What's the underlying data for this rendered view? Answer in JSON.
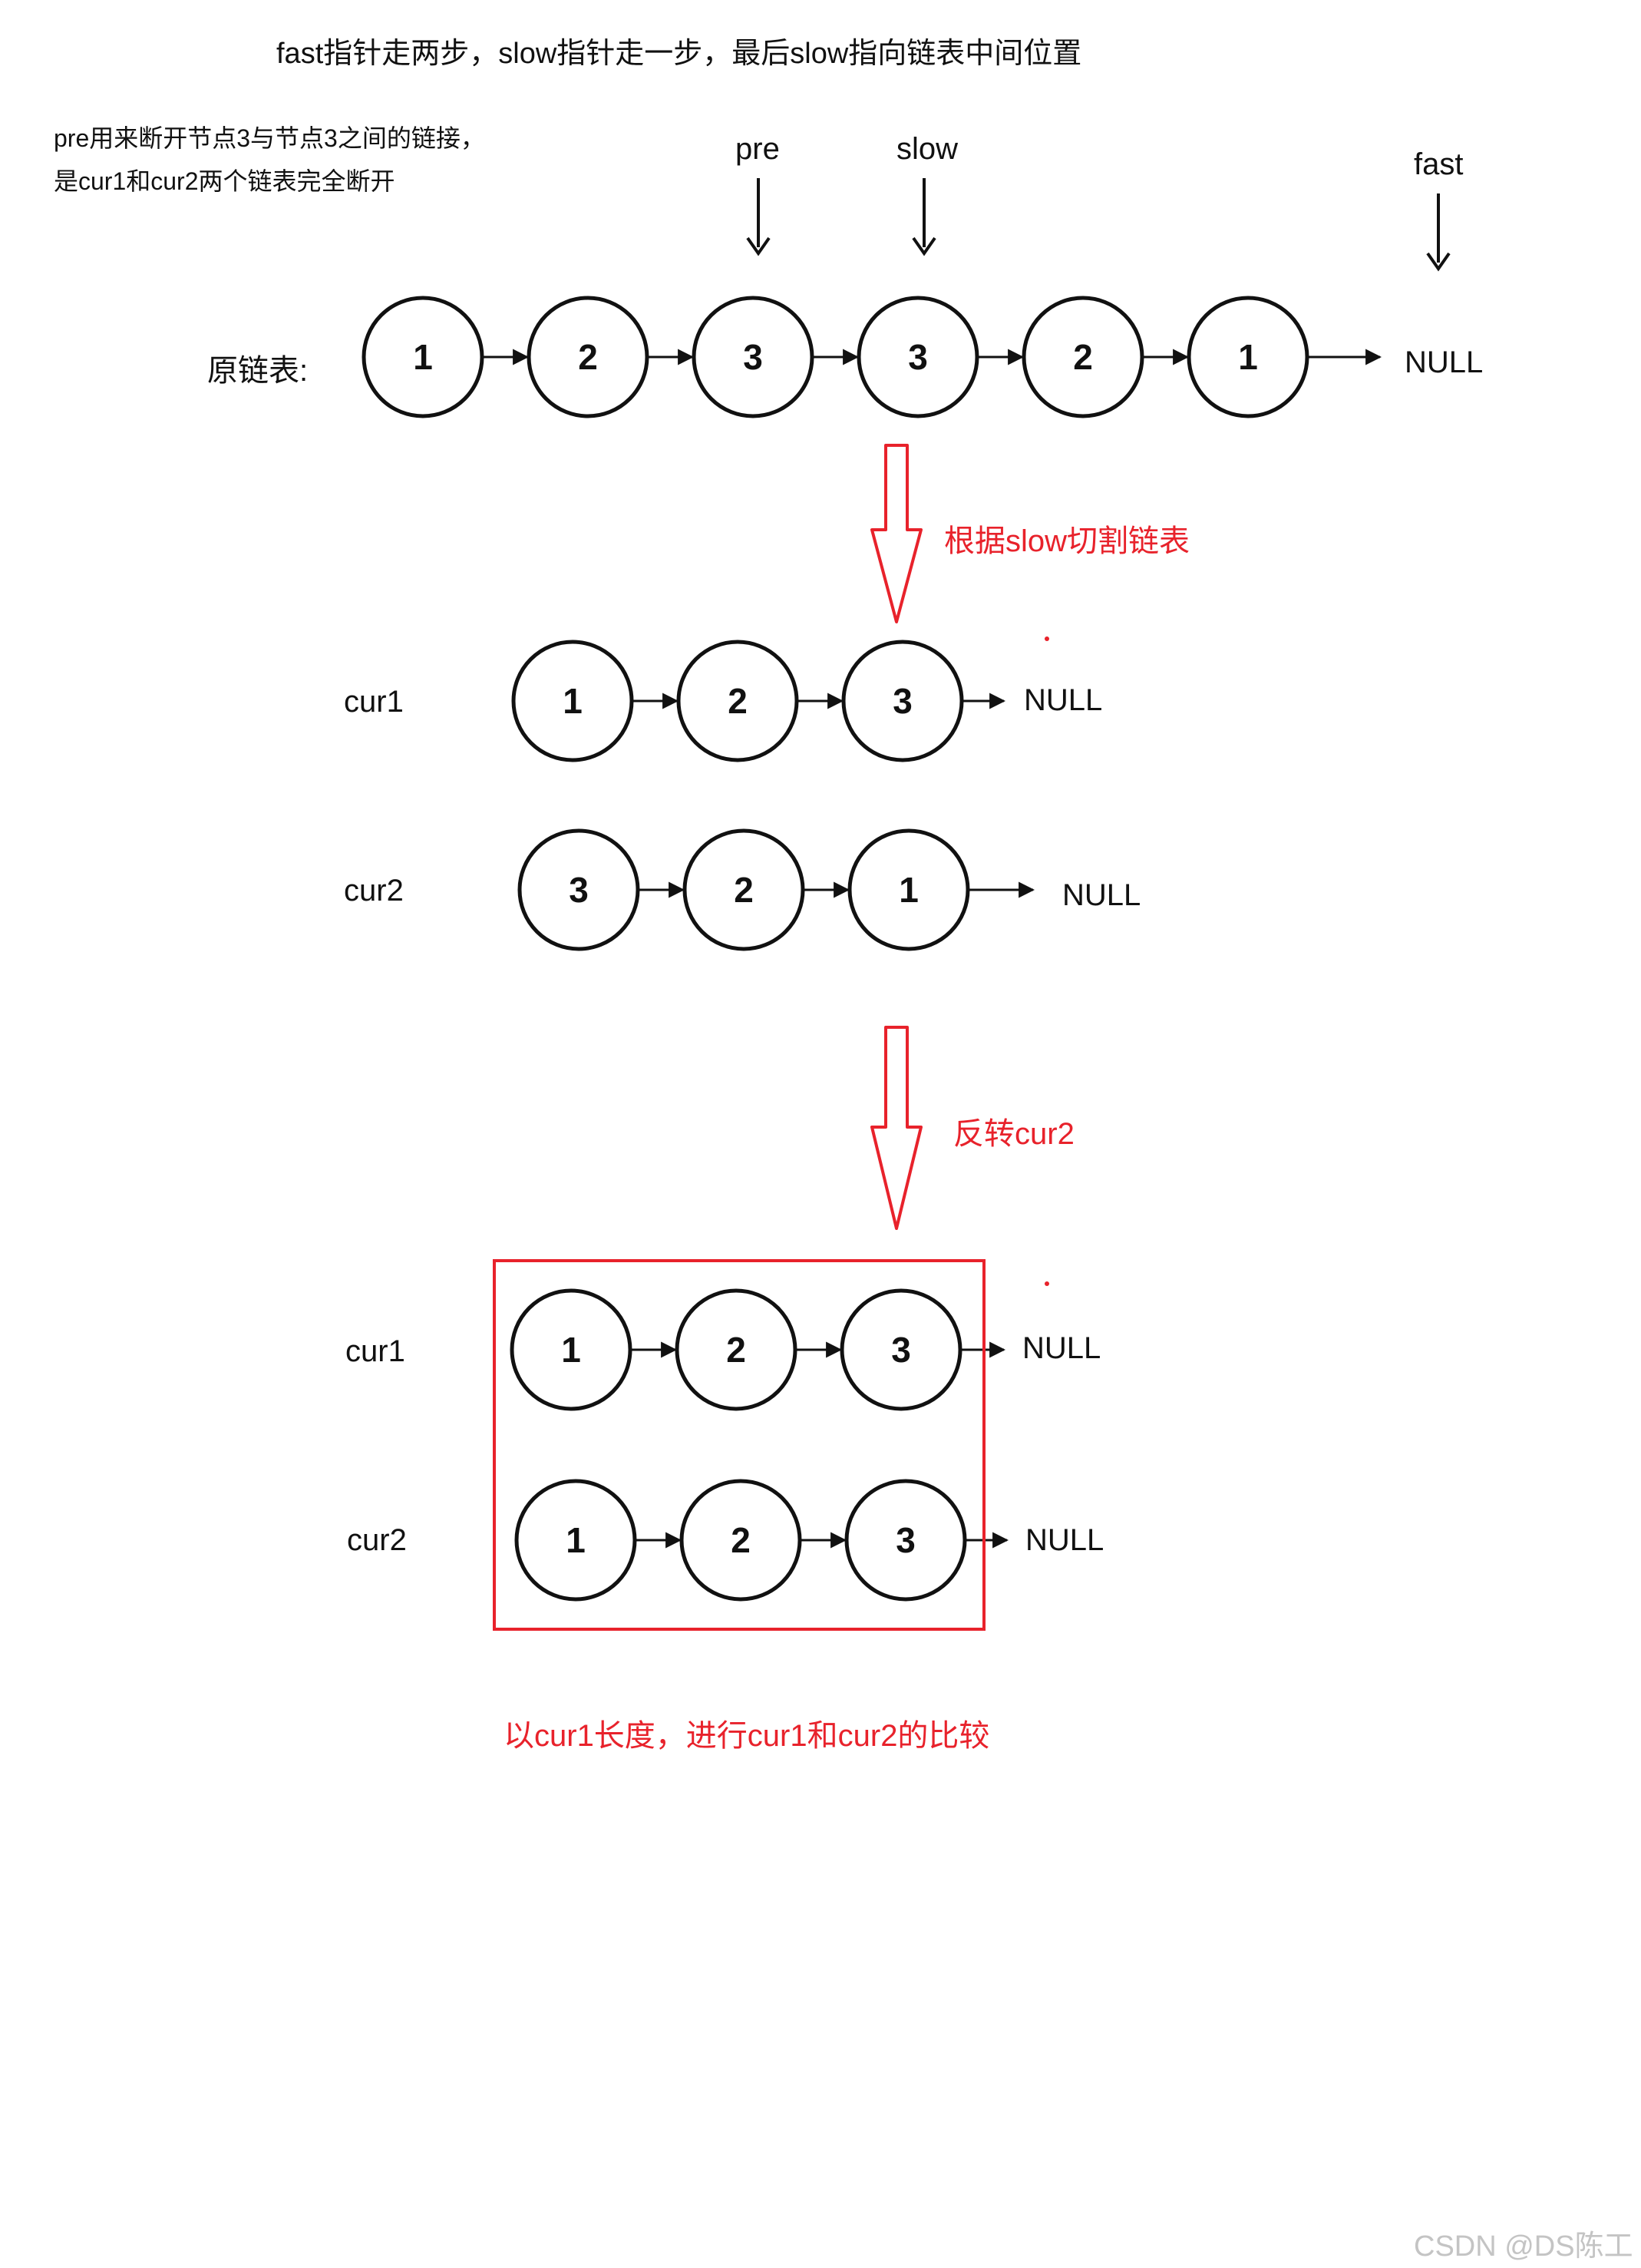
{
  "title": "fast指针走两步，slow指针走一步，最后slow指向链表中间位置",
  "note": {
    "line1": "pre用来断开节点3与节点3之间的链接，",
    "line2": "是cur1和cur2两个链表完全断开"
  },
  "pointers": {
    "pre": "pre",
    "slow": "slow",
    "fast": "fast"
  },
  "original": {
    "label": "原链表:",
    "nodes": [
      "1",
      "2",
      "3",
      "3",
      "2",
      "1"
    ],
    "null": "NULL"
  },
  "split": {
    "caption": "根据slow切割链表",
    "cur1": {
      "label": "cur1",
      "nodes": [
        "1",
        "2",
        "3"
      ],
      "null": "NULL"
    },
    "cur2": {
      "label": "cur2",
      "nodes": [
        "3",
        "2",
        "1"
      ],
      "null": "NULL"
    }
  },
  "reversed": {
    "caption": "反转cur2",
    "cur1": {
      "label": "cur1",
      "nodes": [
        "1",
        "2",
        "3"
      ],
      "null": "NULL"
    },
    "cur2": {
      "label": "cur2",
      "nodes": [
        "1",
        "2",
        "3"
      ],
      "null": "NULL"
    }
  },
  "compare_caption": "以cur1长度，进行cur1和cur2的比较",
  "watermark": "CSDN @DS陈工",
  "colors": {
    "accent_red": "#e8222b",
    "ink": "#111111",
    "watermark": "#c4c4c4"
  }
}
